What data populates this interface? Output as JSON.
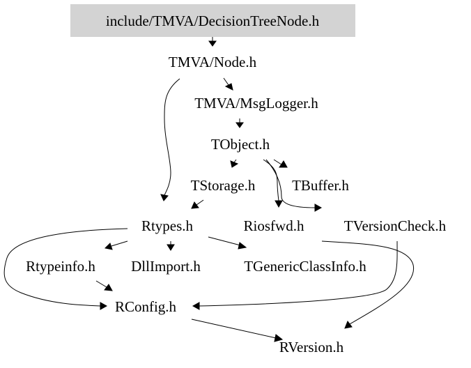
{
  "diagram": {
    "root_fill": "#d3d3d3",
    "edge_color": "#000000",
    "nodes": {
      "decision_tree_node": "include/TMVA/DecisionTreeNode.h",
      "node": "TMVA/Node.h",
      "msg_logger": "TMVA/MsgLogger.h",
      "tobject": "TObject.h",
      "tstorage": "TStorage.h",
      "tbuffer": "TBuffer.h",
      "rtypes": "Rtypes.h",
      "riosfwd": "Riosfwd.h",
      "tversioncheck": "TVersionCheck.h",
      "rtypeinfo": "Rtypeinfo.h",
      "dllimport": "DllImport.h",
      "tgenericclassinfo": "TGenericClassInfo.h",
      "rconfig": "RConfig.h",
      "rversion": "RVersion.h"
    },
    "edges": [
      {
        "from": "decision_tree_node",
        "to": "node"
      },
      {
        "from": "node",
        "to": "msg_logger"
      },
      {
        "from": "node",
        "to": "rtypes"
      },
      {
        "from": "msg_logger",
        "to": "tobject"
      },
      {
        "from": "tobject",
        "to": "tstorage"
      },
      {
        "from": "tobject",
        "to": "tbuffer"
      },
      {
        "from": "tobject",
        "to": "riosfwd"
      },
      {
        "from": "tobject",
        "to": "tversioncheck"
      },
      {
        "from": "tstorage",
        "to": "rtypes"
      },
      {
        "from": "rtypes",
        "to": "rtypeinfo"
      },
      {
        "from": "rtypes",
        "to": "dllimport"
      },
      {
        "from": "rtypes",
        "to": "tgenericclassinfo"
      },
      {
        "from": "rtypes",
        "to": "rconfig"
      },
      {
        "from": "rtypeinfo",
        "to": "rconfig"
      },
      {
        "from": "riosfwd",
        "to": "rversion"
      },
      {
        "from": "tversioncheck",
        "to": "rconfig"
      },
      {
        "from": "rconfig",
        "to": "rversion"
      }
    ]
  }
}
